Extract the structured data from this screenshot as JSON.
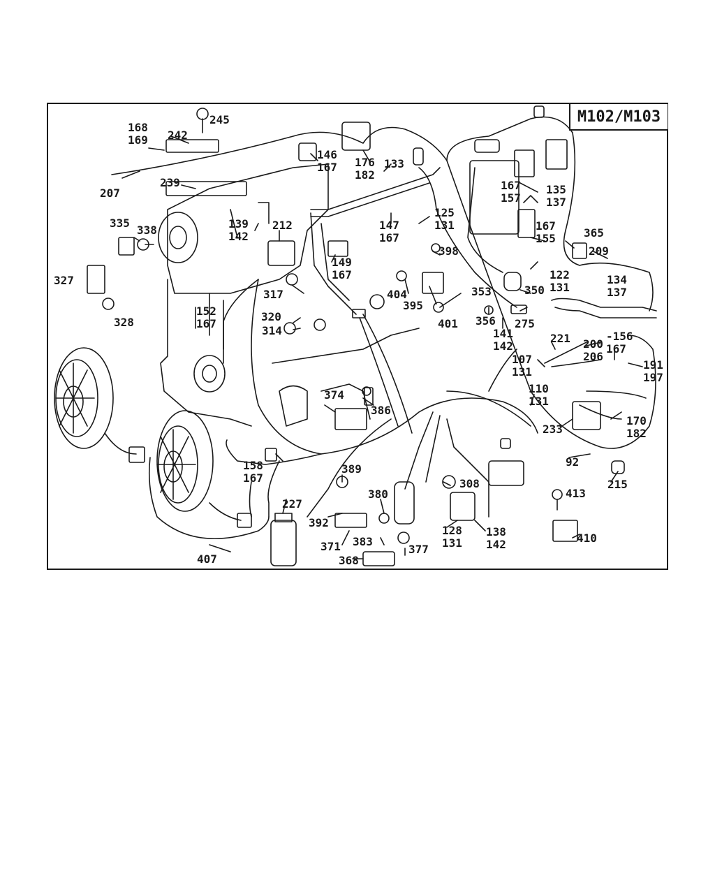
{
  "diagram": {
    "model_tag": "M102/M103",
    "callouts": [
      {
        "id": "c245",
        "text": "245"
      },
      {
        "id": "c168",
        "text": "168\n169"
      },
      {
        "id": "c242",
        "text": "242"
      },
      {
        "id": "c207",
        "text": "207"
      },
      {
        "id": "c239",
        "text": "239"
      },
      {
        "id": "c146",
        "text": "146\n167"
      },
      {
        "id": "c176",
        "text": "176\n182"
      },
      {
        "id": "c133",
        "text": "133"
      },
      {
        "id": "c125",
        "text": "125\n131"
      },
      {
        "id": "c147",
        "text": "147\n167"
      },
      {
        "id": "c167a",
        "text": "167\n157"
      },
      {
        "id": "c135",
        "text": "135\n137"
      },
      {
        "id": "c167b",
        "text": "167\n155"
      },
      {
        "id": "c365",
        "text": "365"
      },
      {
        "id": "c209",
        "text": "209"
      },
      {
        "id": "c122",
        "text": "122\n131"
      },
      {
        "id": "c134",
        "text": "134\n137"
      },
      {
        "id": "c335",
        "text": "335"
      },
      {
        "id": "c338",
        "text": "338"
      },
      {
        "id": "c139",
        "text": "139\n142"
      },
      {
        "id": "c212",
        "text": "212"
      },
      {
        "id": "c149",
        "text": "149\n167"
      },
      {
        "id": "c398",
        "text": "398"
      },
      {
        "id": "c327",
        "text": "327"
      },
      {
        "id": "c328",
        "text": "328"
      },
      {
        "id": "c317",
        "text": "317"
      },
      {
        "id": "c404",
        "text": "404"
      },
      {
        "id": "c395",
        "text": "395"
      },
      {
        "id": "c353",
        "text": "353"
      },
      {
        "id": "c350",
        "text": "350"
      },
      {
        "id": "c152",
        "text": "152\n167"
      },
      {
        "id": "c320",
        "text": "320"
      },
      {
        "id": "c314",
        "text": "314"
      },
      {
        "id": "c401",
        "text": "401"
      },
      {
        "id": "c356",
        "text": "356"
      },
      {
        "id": "c275",
        "text": "275"
      },
      {
        "id": "c141",
        "text": "141\n142"
      },
      {
        "id": "c221",
        "text": "221"
      },
      {
        "id": "c200",
        "text": "200\n206"
      },
      {
        "id": "c156",
        "text": "-156\n167"
      },
      {
        "id": "c107",
        "text": "107\n131"
      },
      {
        "id": "c191",
        "text": "191\n197"
      },
      {
        "id": "c374",
        "text": "374"
      },
      {
        "id": "c386",
        "text": "386"
      },
      {
        "id": "c110",
        "text": "110\n131"
      },
      {
        "id": "c233",
        "text": "233"
      },
      {
        "id": "c170",
        "text": "170\n182"
      },
      {
        "id": "c92",
        "text": "92"
      },
      {
        "id": "c158",
        "text": "158\n167"
      },
      {
        "id": "c389",
        "text": "389"
      },
      {
        "id": "c308",
        "text": "308"
      },
      {
        "id": "c215",
        "text": "215"
      },
      {
        "id": "c227",
        "text": "227"
      },
      {
        "id": "c380",
        "text": "380"
      },
      {
        "id": "c413",
        "text": "413"
      },
      {
        "id": "c392",
        "text": "392"
      },
      {
        "id": "c128",
        "text": "128\n131"
      },
      {
        "id": "c138",
        "text": "138\n142"
      },
      {
        "id": "c371",
        "text": "371"
      },
      {
        "id": "c383",
        "text": "383"
      },
      {
        "id": "c410",
        "text": "410"
      },
      {
        "id": "c377",
        "text": "377"
      },
      {
        "id": "c407",
        "text": "407"
      },
      {
        "id": "c368",
        "text": "368"
      }
    ]
  }
}
